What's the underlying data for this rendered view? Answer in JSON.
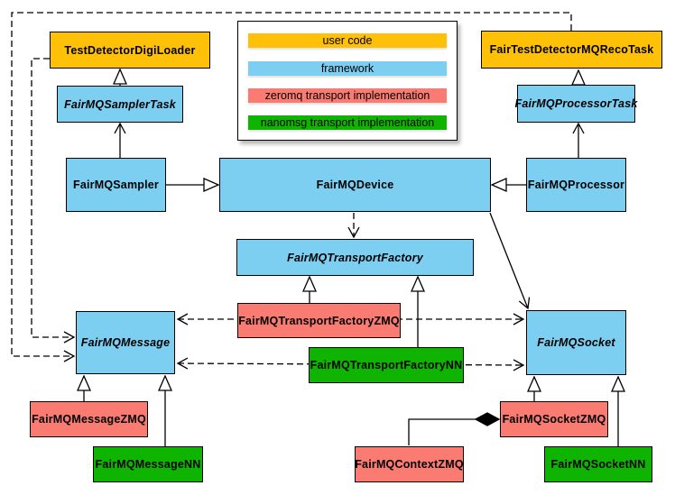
{
  "palette": {
    "user_code": "#FFC107",
    "framework": "#7DCFF2",
    "zeromq": "#F97B72",
    "nanomsg": "#0FB400",
    "line": "#000000",
    "background": "#FFFFFF"
  },
  "legend": {
    "items": [
      {
        "label": "user code",
        "type": "user_code"
      },
      {
        "label": "framework",
        "type": "framework"
      },
      {
        "label": "zeromq transport implementation",
        "type": "zeromq"
      },
      {
        "label": "nanomsg transport implementation",
        "type": "nanomsg"
      }
    ]
  },
  "nodes": {
    "test_detector_digi_loader": {
      "label": "TestDetectorDigiLoader",
      "type": "user_code",
      "abstract": false
    },
    "fair_test_detector_mq_reco_task": {
      "label": "FairTestDetectorMQRecoTask",
      "type": "user_code",
      "abstract": false
    },
    "fairmq_sampler_task": {
      "label": "FairMQSamplerTask",
      "type": "framework",
      "abstract": true
    },
    "fairmq_processor_task": {
      "label": "FairMQProcessorTask",
      "type": "framework",
      "abstract": true
    },
    "fairmq_sampler": {
      "label": "FairMQSampler",
      "type": "framework",
      "abstract": false
    },
    "fairmq_device": {
      "label": "FairMQDevice",
      "type": "framework",
      "abstract": false
    },
    "fairmq_processor": {
      "label": "FairMQProcessor",
      "type": "framework",
      "abstract": false
    },
    "fairmq_transport_factory": {
      "label": "FairMQTransportFactory",
      "type": "framework",
      "abstract": true
    },
    "fairmq_transport_factory_zmq": {
      "label": "FairMQTransportFactoryZMQ",
      "type": "zeromq",
      "abstract": false
    },
    "fairmq_transport_factory_nn": {
      "label": "FairMQTransportFactoryNN",
      "type": "nanomsg",
      "abstract": false
    },
    "fairmq_message": {
      "label": "FairMQMessage",
      "type": "framework",
      "abstract": true
    },
    "fairmq_socket": {
      "label": "FairMQSocket",
      "type": "framework",
      "abstract": true
    },
    "fairmq_message_zmq": {
      "label": "FairMQMessageZMQ",
      "type": "zeromq",
      "abstract": false
    },
    "fairmq_message_nn": {
      "label": "FairMQMessageNN",
      "type": "nanomsg",
      "abstract": false
    },
    "fairmq_socket_zmq": {
      "label": "FairMQSocketZMQ",
      "type": "zeromq",
      "abstract": false
    },
    "fairmq_context_zmq": {
      "label": "FairMQContextZMQ",
      "type": "zeromq",
      "abstract": false
    },
    "fairmq_socket_nn": {
      "label": "FairMQSocketNN",
      "type": "nanomsg",
      "abstract": false
    }
  },
  "edges": [
    {
      "from": "FairMQSamplerTask",
      "to": "TestDetectorDigiLoader",
      "type": "inheritance"
    },
    {
      "from": "FairMQProcessorTask",
      "to": "FairTestDetectorMQRecoTask",
      "type": "inheritance"
    },
    {
      "from": "FairMQSampler",
      "to": "FairMQSamplerTask",
      "type": "association"
    },
    {
      "from": "FairMQProcessor",
      "to": "FairMQProcessorTask",
      "type": "association"
    },
    {
      "from": "FairMQSampler",
      "to": "FairMQDevice",
      "type": "inheritance"
    },
    {
      "from": "FairMQProcessor",
      "to": "FairMQDevice",
      "type": "inheritance"
    },
    {
      "from": "FairMQDevice",
      "to": "FairMQTransportFactory",
      "type": "dependency"
    },
    {
      "from": "FairMQDevice",
      "to": "FairMQSocket",
      "type": "association"
    },
    {
      "from": "FairMQTransportFactoryZMQ",
      "to": "FairMQTransportFactory",
      "type": "inheritance"
    },
    {
      "from": "FairMQTransportFactoryNN",
      "to": "FairMQTransportFactory",
      "type": "inheritance"
    },
    {
      "from": "FairMQTransportFactoryZMQ",
      "to": "FairMQMessage",
      "type": "dependency"
    },
    {
      "from": "FairMQTransportFactoryZMQ",
      "to": "FairMQSocket",
      "type": "dependency"
    },
    {
      "from": "FairMQTransportFactoryNN",
      "to": "FairMQMessage",
      "type": "dependency"
    },
    {
      "from": "FairMQTransportFactoryNN",
      "to": "FairMQSocket",
      "type": "dependency"
    },
    {
      "from": "TestDetectorDigiLoader",
      "to": "FairMQMessage",
      "type": "dependency"
    },
    {
      "from": "FairTestDetectorMQRecoTask",
      "to": "FairMQMessage",
      "type": "dependency"
    },
    {
      "from": "FairMQMessageZMQ",
      "to": "FairMQMessage",
      "type": "inheritance"
    },
    {
      "from": "FairMQMessageNN",
      "to": "FairMQMessage",
      "type": "inheritance"
    },
    {
      "from": "FairMQSocketZMQ",
      "to": "FairMQSocket",
      "type": "inheritance"
    },
    {
      "from": "FairMQSocketNN",
      "to": "FairMQSocket",
      "type": "inheritance"
    },
    {
      "from": "FairMQContextZMQ",
      "to": "FairMQSocketZMQ",
      "type": "composition"
    }
  ]
}
